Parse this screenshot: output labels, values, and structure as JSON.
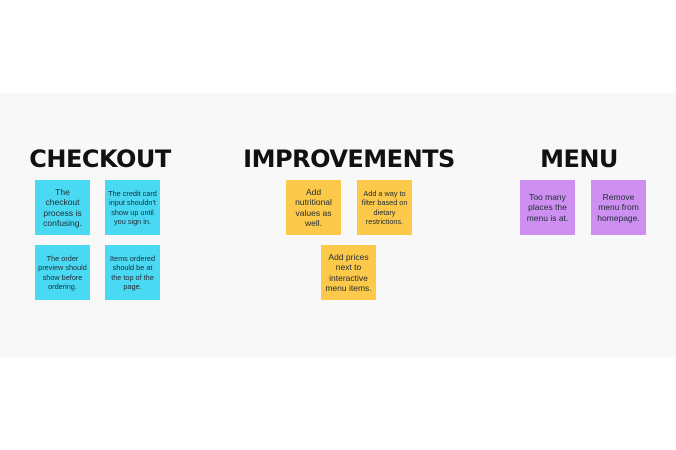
{
  "colors": {
    "checkout_note": "#4ad9f2",
    "improvements_note": "#fcc94a",
    "menu_note": "#cd90f0",
    "board_background": "#f8f8f8"
  },
  "sections": [
    {
      "title": "CHECKOUT",
      "notes": [
        "The checkout process is confusing.",
        "The credit card input shouldn't show up until you sign in.",
        "The order preview should show before ordering.",
        "Items ordered should be at the top of the page."
      ]
    },
    {
      "title": "IMPROVEMENTS",
      "notes": [
        "Add nutritional values as well.",
        "Add a way to filter based on dietary restrictions.",
        "Add prices next to interactive menu items."
      ]
    },
    {
      "title": "MENU",
      "notes": [
        "Too many places the menu is at.",
        "Remove menu from homepage."
      ]
    }
  ]
}
